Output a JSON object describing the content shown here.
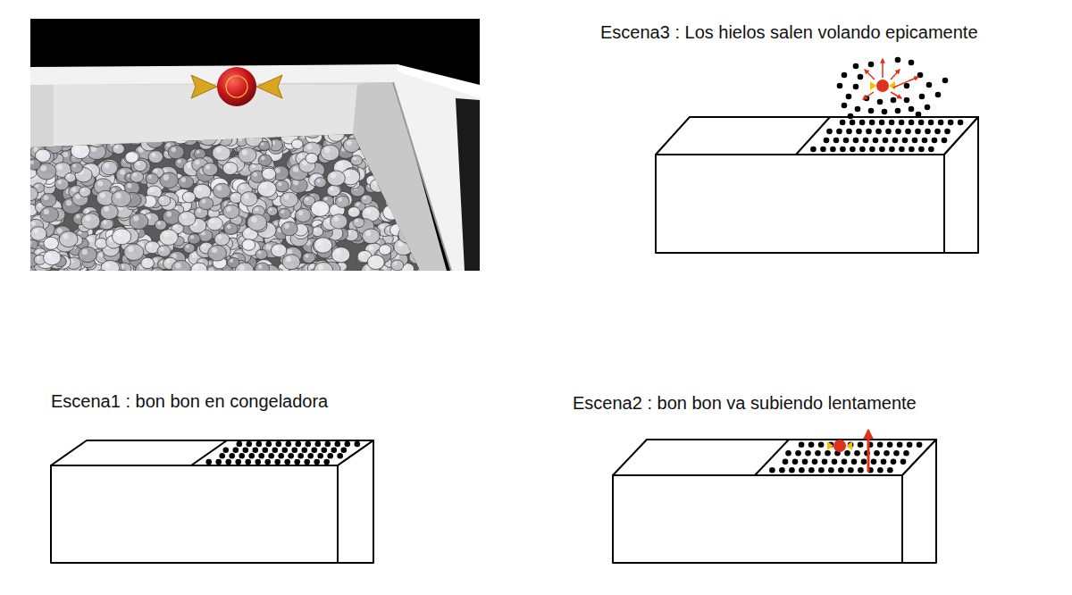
{
  "diagram": {
    "labels": [
      "Escena3 : Los hielos salen volando epicamente",
      "Escena1 : bon bon en congeladora",
      "Escena2 : bon bon va subiendo lentamente"
    ]
  }
}
